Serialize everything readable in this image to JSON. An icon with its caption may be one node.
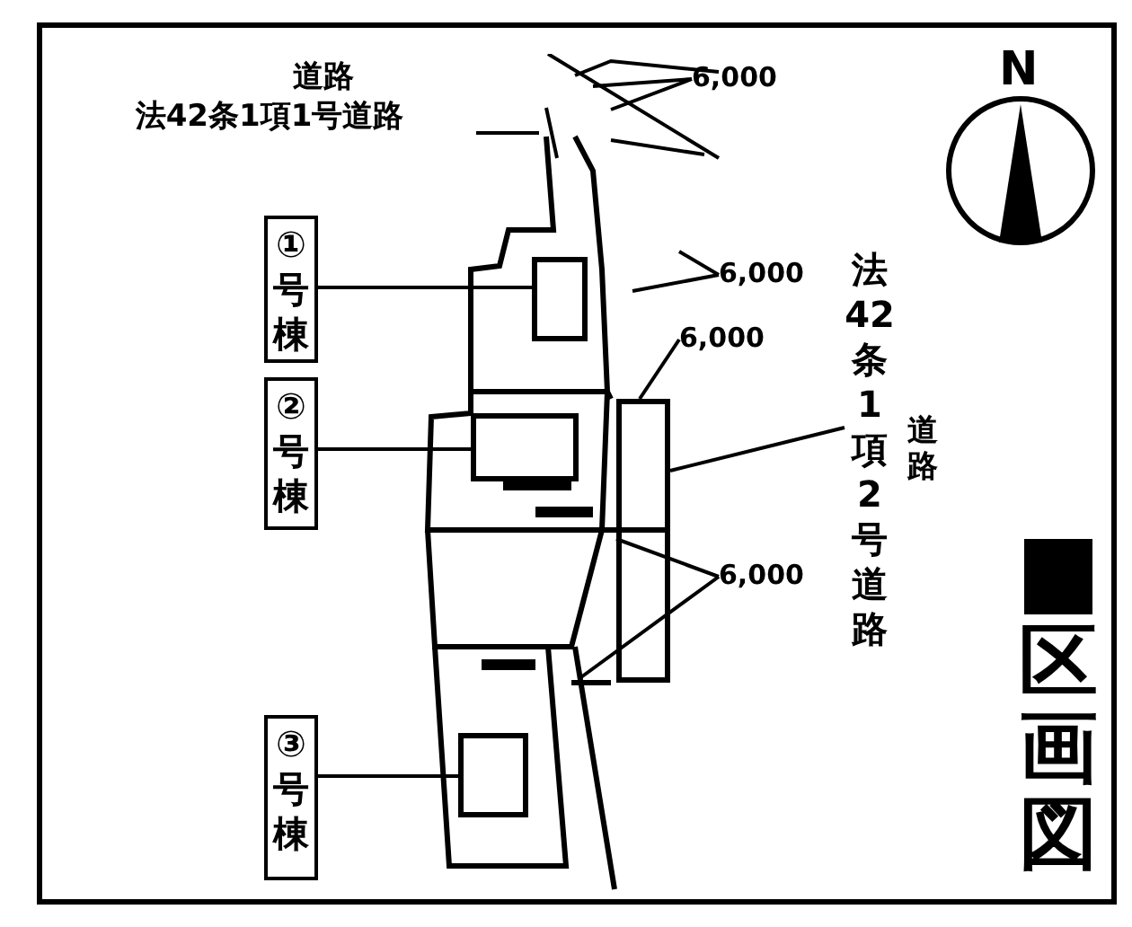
{
  "diagram": {
    "title": "区画図",
    "nodes": [
      {
        "text": [
          "道路",
          "法42条1項1号道路"
        ]
      },
      {
        "text": [],
        "shape": "box"
      },
      {
        "text": [
          "①号棟"
        ]
      },
      {
        "text": [],
        "shape": "box"
      },
      {
        "text": [
          "②号棟"
        ]
      },
      {
        "text": [],
        "shape": "box"
      },
      {
        "text": [
          "③号棟"
        ]
      },
      {
        "text": [],
        "shape": "box"
      },
      {
        "text": [
          "法42条1項2号道路",
          "道路"
        ]
      },
      {
        "text": [],
        "shape": "box"
      },
      {
        "text": [
          "6,000"
        ]
      },
      {
        "text": [
          "6,000"
        ]
      },
      {
        "text": [
          "6,000"
        ]
      },
      {
        "text": [
          "6,000"
        ]
      }
    ],
    "edges": [
      {
        "from": 0,
        "to": 1,
        "arrow": "none"
      },
      {
        "from": 2,
        "to": 3,
        "arrow": "none"
      },
      {
        "from": 4,
        "to": 5,
        "arrow": "none"
      },
      {
        "from": 6,
        "to": 7,
        "arrow": "none"
      },
      {
        "from": 8,
        "to": 9,
        "arrow": "none"
      },
      {
        "from": 10,
        "to": 1,
        "arrow": "none"
      },
      {
        "from": 10,
        "to": 1,
        "arrow": "none"
      },
      {
        "from": 11,
        "to": null,
        "arrow": "none"
      },
      {
        "from": 11,
        "to": null,
        "arrow": "none"
      },
      {
        "from": 12,
        "to": 9,
        "arrow": "none"
      },
      {
        "from": 13,
        "to": 9,
        "arrow": "none"
      },
      {
        "from": 13,
        "to": null,
        "arrow": "none"
      }
    ],
    "labels": [
      "N"
    ]
  }
}
